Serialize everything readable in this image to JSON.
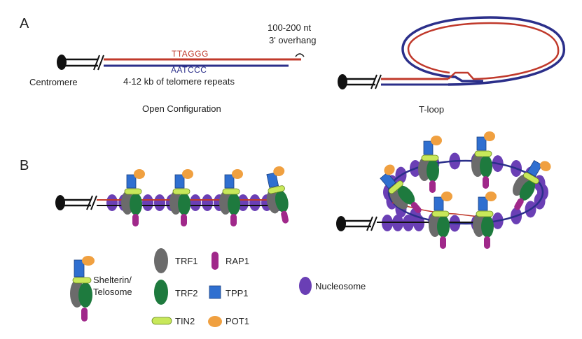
{
  "panels": {
    "a": "A",
    "b": "B"
  },
  "panel_a": {
    "centromere": "Centromere",
    "overhang_line1": "100-200 nt",
    "overhang_line2": "3' overhang",
    "seq_top": "TTAGGG",
    "seq_bottom": "AATCCC",
    "repeats": "4-12 kb of telomere repeats",
    "open_caption": "Open Configuration",
    "tloop_caption": "T-loop"
  },
  "legend": {
    "shelterin_line1": "Shelterin/",
    "shelterin_line2": "Telosome",
    "trf1": "TRF1",
    "trf2": "TRF2",
    "tin2": "TIN2",
    "rap1": "RAP1",
    "tpp1": "TPP1",
    "pot1": "POT1",
    "nucleosome": "Nucleosome"
  },
  "colors": {
    "g_strand": "#c0392b",
    "c_strand": "#2b2f8a",
    "trf1": "#6b6b6b",
    "trf2": "#1e7a3e",
    "tin2": "#c8e85a",
    "rap1": "#a0288a",
    "tpp1": "#2f6fd0",
    "pot1": "#f0a040",
    "nucleosome": "#6a3fb5"
  }
}
